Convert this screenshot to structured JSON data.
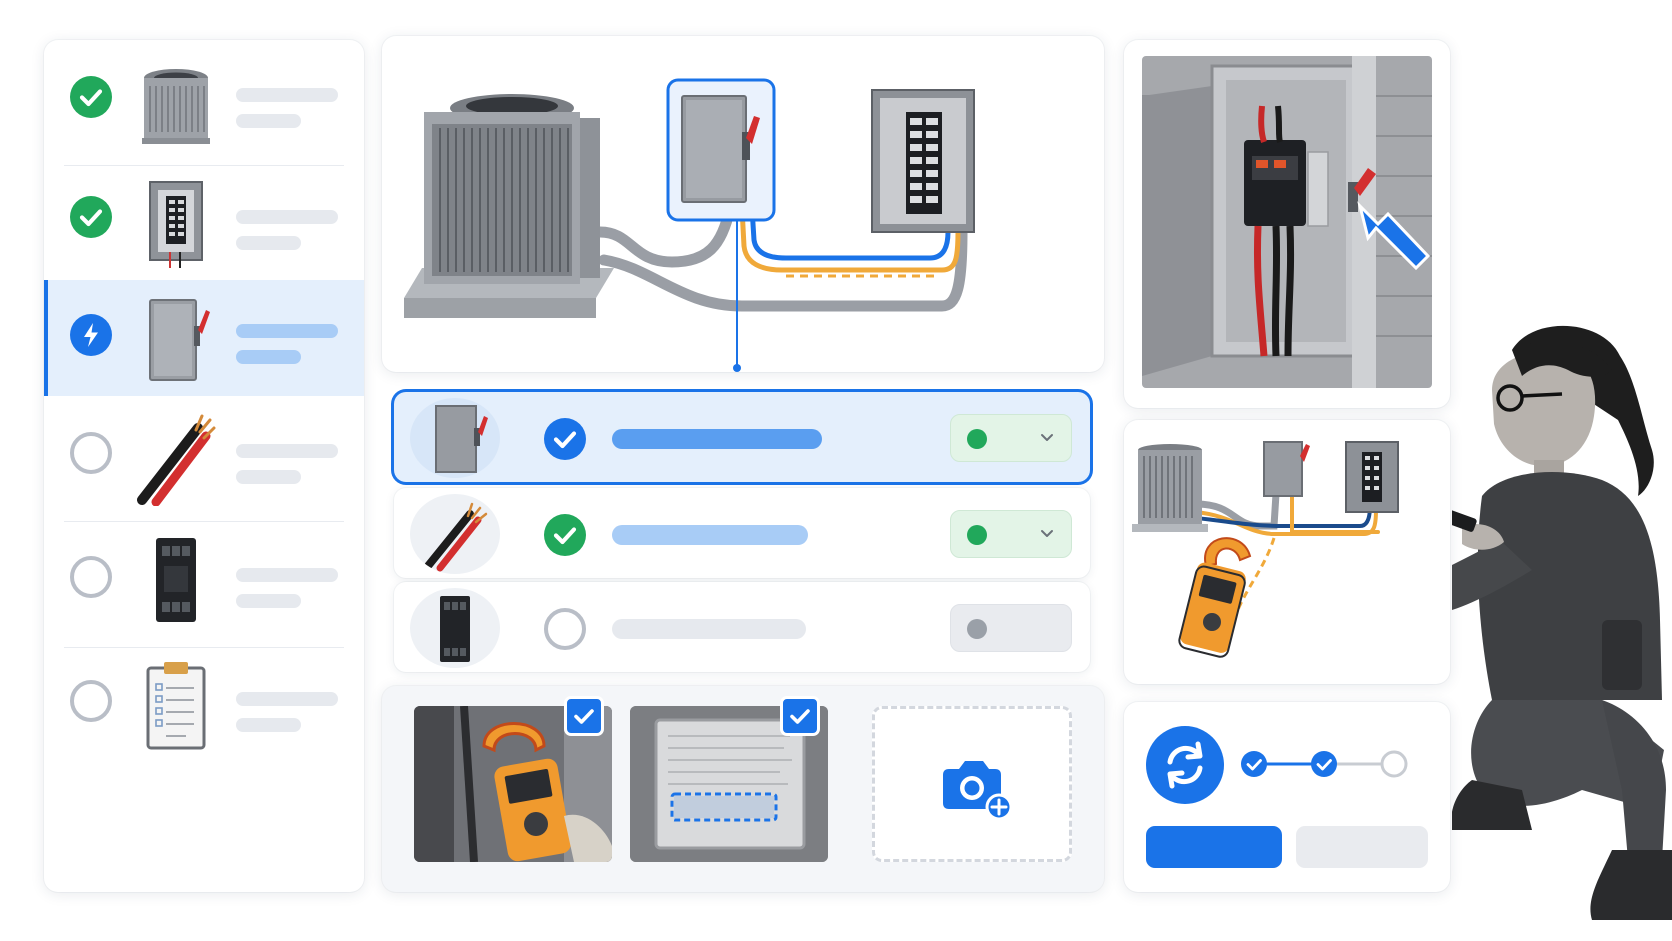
{
  "colors": {
    "accent": "#1a73e8",
    "success": "#21a85b",
    "pending": "#b9bec7",
    "wire_blue": "#1a73e8",
    "wire_orange": "#f0a93a",
    "conduit": "#9a9ea5"
  },
  "checklist": {
    "steps": [
      {
        "component": "condenser-unit",
        "status": "done",
        "status_icon": "check-icon"
      },
      {
        "component": "breaker-panel",
        "status": "done",
        "status_icon": "check-icon"
      },
      {
        "component": "disconnect-switch",
        "status": "active",
        "status_icon": "lightning-icon"
      },
      {
        "component": "wire-bundle",
        "status": "pending",
        "status_icon": "empty-circle-icon"
      },
      {
        "component": "contactor",
        "status": "pending",
        "status_icon": "empty-circle-icon"
      },
      {
        "component": "clipboard",
        "status": "pending",
        "status_icon": "empty-circle-icon"
      }
    ]
  },
  "diagram": {
    "components": [
      "condenser-unit",
      "disconnect-switch",
      "breaker-panel"
    ],
    "highlighted": "disconnect-switch"
  },
  "component_rows": [
    {
      "component": "disconnect-switch",
      "checked": true,
      "selected": true,
      "status": "ok"
    },
    {
      "component": "wire-bundle",
      "checked": true,
      "selected": false,
      "status": "ok"
    },
    {
      "component": "contactor",
      "checked": false,
      "selected": false,
      "status": "unset"
    }
  ],
  "photos": [
    {
      "subject": "clamp-meter-reading",
      "checked": true
    },
    {
      "subject": "nameplate-scan",
      "checked": true
    }
  ],
  "add_photo": {
    "icon": "camera-plus-icon"
  },
  "sync": {
    "icon": "sync-icon",
    "progress_steps": [
      {
        "state": "complete"
      },
      {
        "state": "complete"
      },
      {
        "state": "pending"
      }
    ],
    "completed": 2,
    "total": 3
  }
}
